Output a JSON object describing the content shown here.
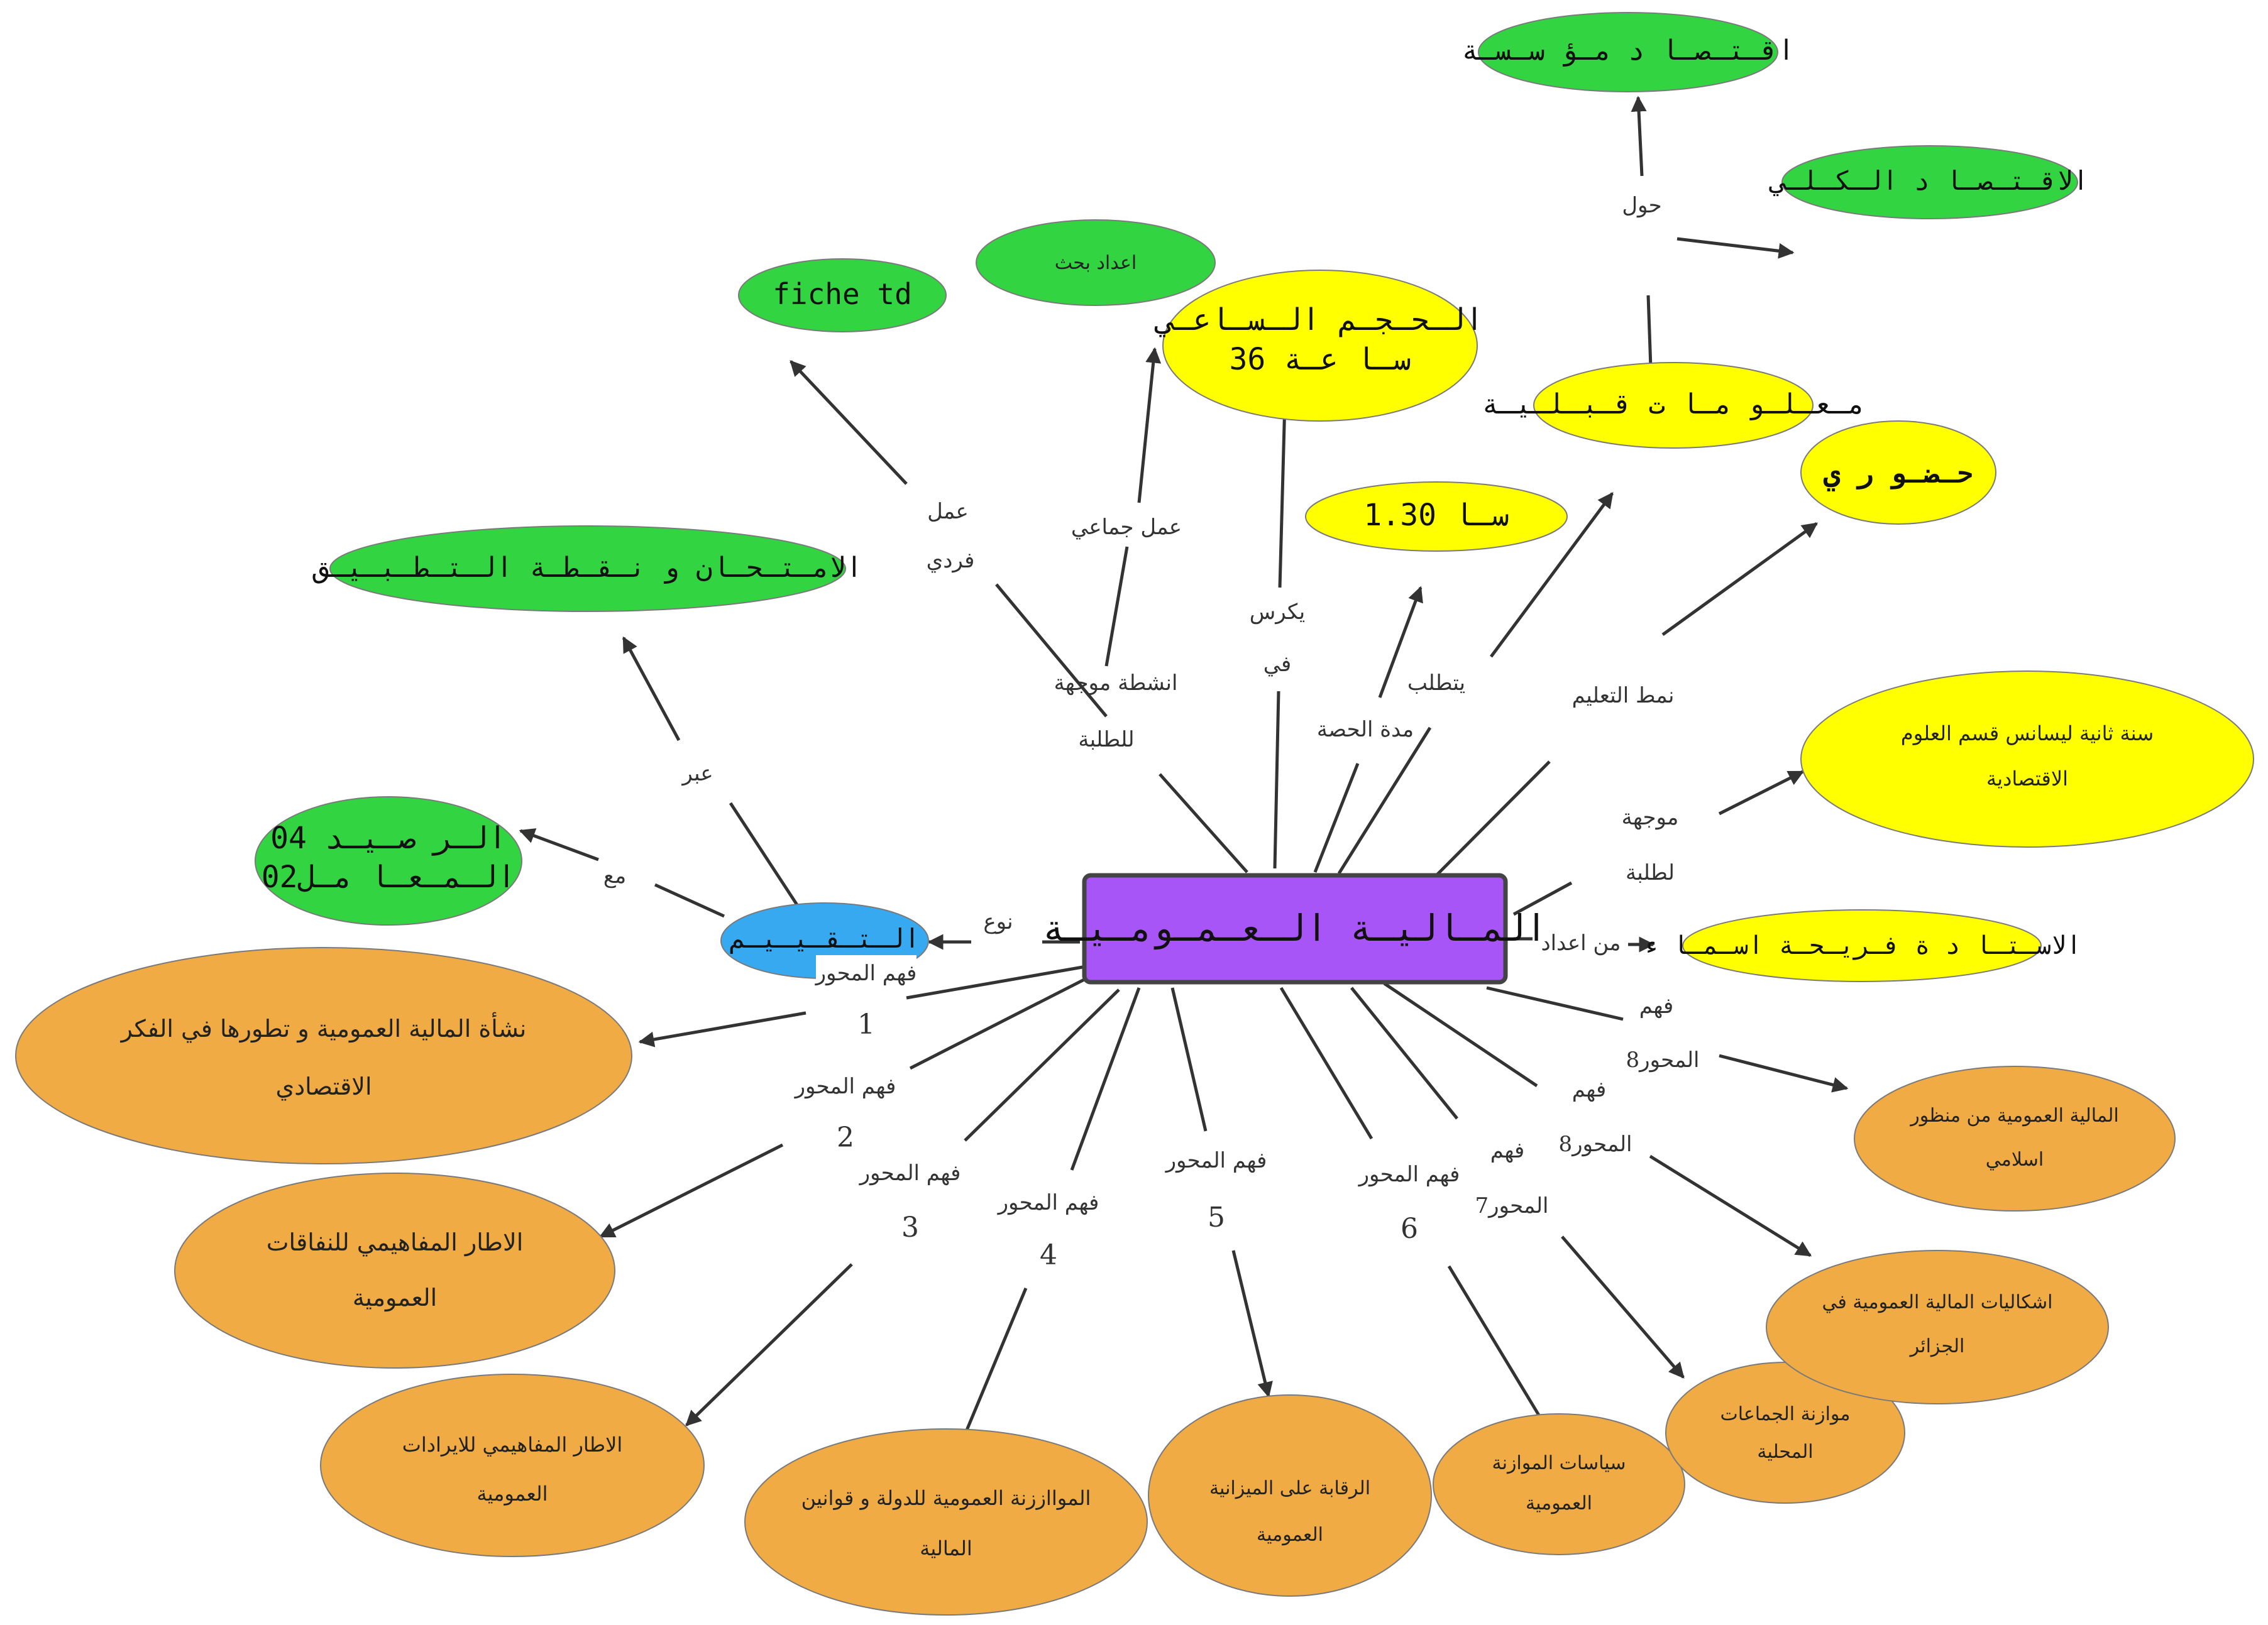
{
  "central": {
    "title": "المـاليـة الـعـمـومـيـة"
  },
  "nodes": {
    "iqtisad_muassasa": "اقـتـصـا د  مـؤ سـسـة",
    "iqtisad_kulli": "الاقـتـصـا د   الـكـلـي",
    "fiche_td": "fiche td",
    "idad_bahth": "اعداد بحث",
    "hajm_line1": "الـحـجـم  الـسـاعـي",
    "hajm_line2": "سـا عـة  36",
    "maalumat": "مـعـلـو مـا ت  قـبـلـيـة",
    "hudhuri": "حـضـو ر ي",
    "sa130": "سـا  1.30",
    "imtihan": "الامـتـحـان  و  نـقـطـة  الـتـطـبـيـق",
    "sana_line1": "سنة  ثانية ليسانس قسم العلوم",
    "sana_line2": "الاقتصادية",
    "rasid_line1": "الـر صـيـد 04",
    "rasid_line2": "الـمـعـا مـل02",
    "taqyim": "الـتـقـيـيـم",
    "ustadha": "الاسـتـا د ة  فـريـحـة  اسـمـا ء"
  },
  "axes": {
    "a1_line1": "نشأة المالية العمومية و تطورها في الفكر",
    "a1_line2": "الاقتصادي",
    "a2_line1": "الاطار المفاهيمي للنفاقات",
    "a2_line2": "العمومية",
    "a3_line1": "الاطار المفاهيمي للايرادات",
    "a3_line2": "العمومية",
    "a4_line1": "الموااززنة العمومية للدولة و قوانين",
    "a4_line2": "المالية",
    "a5_line1": "الرقابة على الميزانية",
    "a5_line2": "العمومية",
    "a6_line1": "سياسات الموازنة",
    "a6_line2": "العمومية",
    "a7_line1": "موازنة الجماعات",
    "a7_line2": "المحلية",
    "a8_line1": "اشكاليات المالية العمومية في",
    "a8_line2": "الجزائر",
    "a9_line1": "المالية العمومية من منظور",
    "a9_line2": "اسلامي"
  },
  "labels": {
    "hawl": "حول",
    "amal": "عمل",
    "fardi": "فردي",
    "amal_jamai": "عمل جماعي",
    "anshita_line1": "انشطة موجهة",
    "anshita_line2": "للطلبة",
    "yukris": "يكرس",
    "fi": "في",
    "muddat": "مدة الحصة",
    "yatatallab": "يتطلب",
    "namat": "نمط التعليم",
    "muwajjaha": "موجهة",
    "litalaba": "لطلبة",
    "min_idad": "من اعداد",
    "naw": "نوع",
    "abr": "عبر",
    "maa": "مع",
    "fahm_mihwar": "فهم المحور",
    "fahm": "فهم",
    "mihwar7": "المحور7",
    "mihwar8": "المحور8",
    "n1": "1",
    "n2": "2",
    "n3": "3",
    "n4": "4",
    "n5": "5",
    "n6": "6"
  }
}
